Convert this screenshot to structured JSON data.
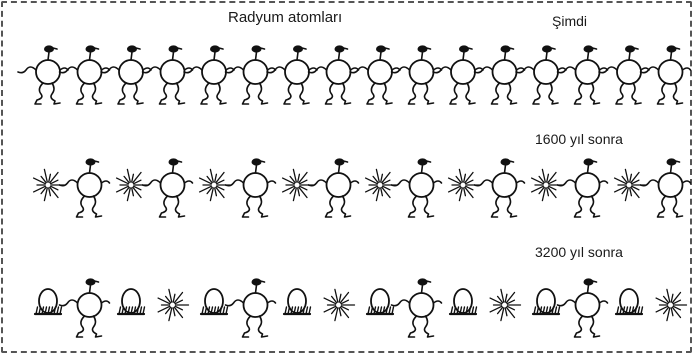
{
  "title": "Radyum atomları",
  "rows": [
    {
      "label": "Şimdi",
      "items": [
        "atom",
        "atom",
        "atom",
        "atom",
        "atom",
        "atom",
        "atom",
        "atom",
        "atom",
        "atom",
        "atom",
        "atom",
        "atom",
        "atom",
        "atom",
        "atom"
      ]
    },
    {
      "label": "1600 yıl sonra",
      "items": [
        "burst",
        "atom",
        "burst",
        "atom",
        "burst",
        "atom",
        "burst",
        "atom",
        "burst",
        "atom",
        "burst",
        "atom",
        "burst",
        "atom",
        "burst",
        "atom"
      ]
    },
    {
      "label": "3200 yıl sonra",
      "items": [
        "egg",
        "atom",
        "egg",
        "burst",
        "egg",
        "atom",
        "egg",
        "burst",
        "egg",
        "atom",
        "egg",
        "burst",
        "egg",
        "atom",
        "egg",
        "burst"
      ]
    }
  ],
  "icons": {
    "atom": "radium-atom-icon",
    "burst": "decay-burst-icon",
    "egg": "decayed-atom-egg-icon"
  }
}
